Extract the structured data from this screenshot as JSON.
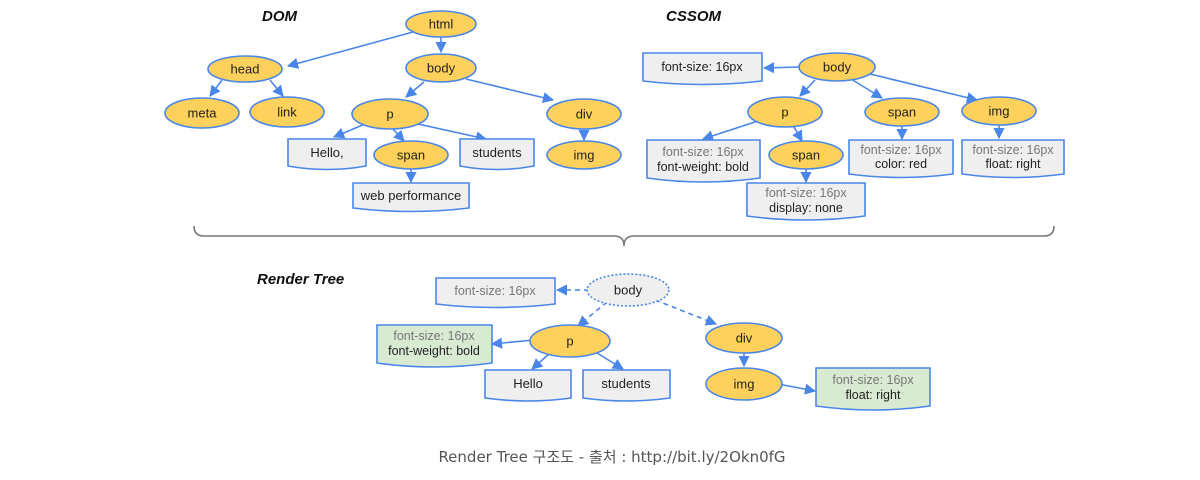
{
  "titles": {
    "dom": "DOM",
    "cssom": "CSSOM",
    "render": "Render Tree"
  },
  "dom": {
    "html": "html",
    "head": "head",
    "body": "body",
    "meta": "meta",
    "link": "link",
    "p": "p",
    "div": "div",
    "hello": "Hello,",
    "span": "span",
    "students": "students",
    "img": "img",
    "web_performance": "web performance"
  },
  "cssom": {
    "body": "body",
    "body_style": "font-size: 16px",
    "p": "p",
    "span_child": "span",
    "span": "span",
    "img": "img",
    "p_style": [
      "font-size: 16px",
      "font-weight: bold"
    ],
    "span_child_style": [
      "font-size: 16px",
      "display: none"
    ],
    "span_style": [
      "font-size: 16px",
      "color: red"
    ],
    "img_style": [
      "font-size: 16px",
      "float: right"
    ]
  },
  "render": {
    "body": "body",
    "body_style": "font-size: 16px",
    "p": "p",
    "div": "div",
    "img": "img",
    "p_style": [
      "font-size: 16px",
      "font-weight: bold"
    ],
    "hello": "Hello",
    "students": "students",
    "img_style": [
      "font-size: 16px",
      "float: right"
    ]
  },
  "caption": "Render Tree 구조도 - 출처 : http://bit.ly/2Okn0fG",
  "colors": {
    "node_fill": "#fdd15c",
    "node_stroke": "#4a86e8",
    "box_fill": "#efefef",
    "render_box_fill": "#d9ead3",
    "edge": "#4a86e8"
  }
}
